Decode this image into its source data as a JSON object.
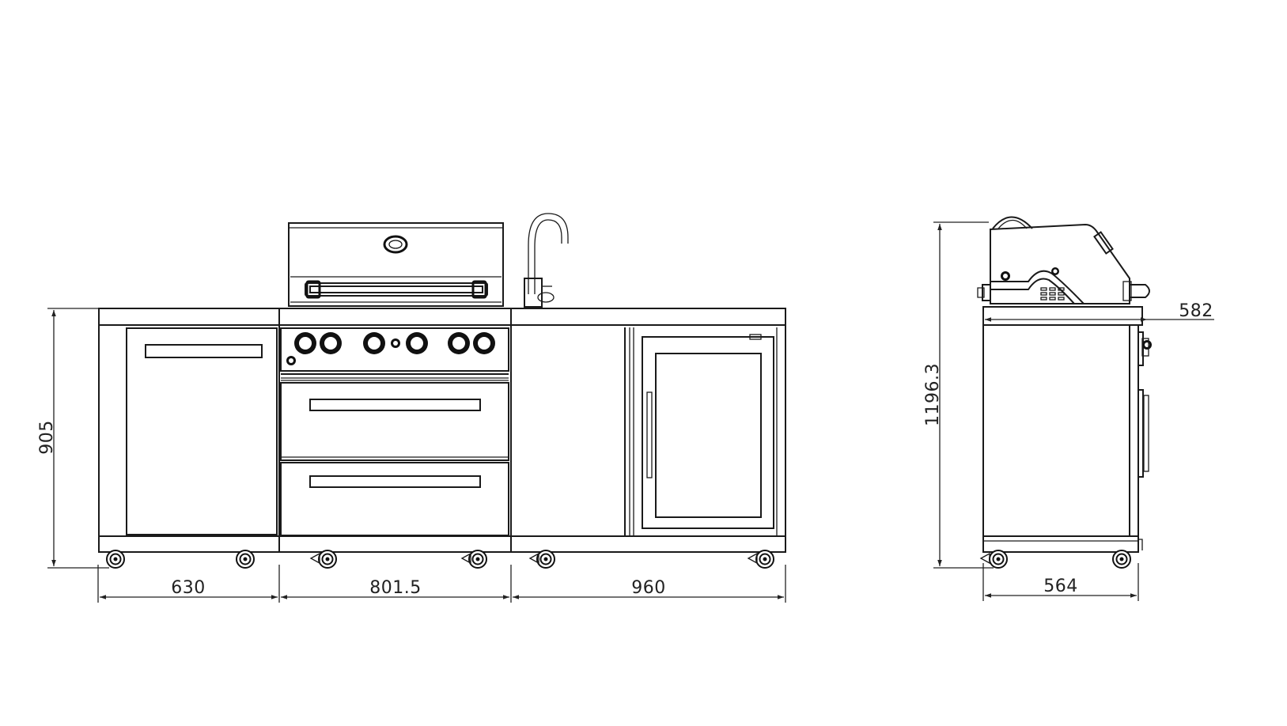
{
  "dimensions": {
    "front_width_left": "630",
    "front_width_center": "801.5",
    "front_width_right": "960",
    "front_height": "905",
    "side_total_height": "1196.3",
    "side_top_depth": "582",
    "side_base_depth": "564"
  },
  "icons": [
    "arrow-head-icon",
    "knob-icon",
    "wheel-icon",
    "faucet-icon"
  ],
  "colors": {
    "line": "#1a1a1a",
    "background": "#ffffff"
  }
}
